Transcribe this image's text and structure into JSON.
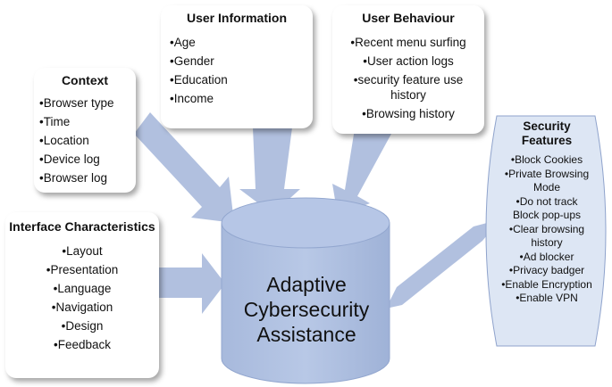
{
  "center": {
    "line1": "Adaptive",
    "line2": "Cybersecurity",
    "line3": "Assistance"
  },
  "user_information": {
    "title": "User Information",
    "items": [
      "•Age",
      "•Gender",
      "•Education",
      "•Income"
    ]
  },
  "user_behaviour": {
    "title": "User Behaviour",
    "items": [
      "•Recent menu surfing",
      "•User action logs",
      "•security feature use history",
      "•Browsing history"
    ]
  },
  "context": {
    "title": "Context",
    "items": [
      "•Browser type",
      "•Time",
      "•Location",
      "•Device log",
      "•Browser log"
    ]
  },
  "interface_characteristics": {
    "title": "Interface Characteristics",
    "items": [
      "•Layout",
      "•Presentation",
      "•Language",
      "•Navigation",
      "•Design",
      "•Feedback"
    ]
  },
  "security_features": {
    "title_line1": "Security",
    "title_line2": "Features",
    "items": [
      "•Block Cookies",
      "•Private Browsing Mode",
      "•Do not track",
      "Block pop-ups",
      "•Clear browsing history",
      "•Ad blocker",
      "•Privacy badger",
      "•Enable Encryption",
      "•Enable VPN"
    ]
  },
  "colors": {
    "arrow": "#a9b9dc",
    "cylinder": "#adbfe0",
    "cylinder_edge": "#8fa3cc",
    "security_fill": "#dde6f4"
  }
}
